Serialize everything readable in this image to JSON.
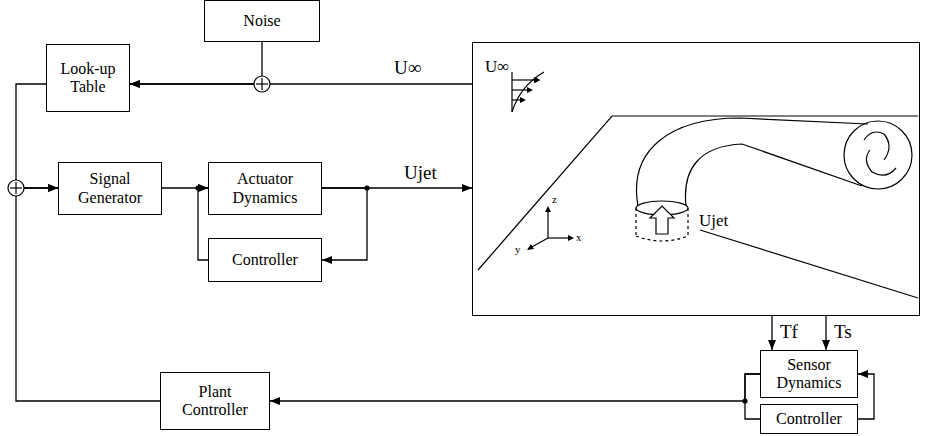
{
  "diagram": {
    "nodes": [
      {
        "text": [
          "Noise"
        ]
      },
      {
        "text": [
          "Look-up Table"
        ]
      },
      {
        "text": [
          "U∞",
          "Ujet"
        ]
      },
      {
        "text": [
          "Signal Generator"
        ]
      },
      {
        "text": [
          "Actuator Dynamics"
        ]
      },
      {
        "text": [
          "Controller"
        ]
      },
      {
        "text": [
          "Sensor Dynamics"
        ]
      },
      {
        "text": [
          "Plant Controller"
        ]
      },
      {
        "text": [
          "Controller"
        ]
      }
    ],
    "edges": [
      {
        "from": 0,
        "to": 1,
        "arrow": "to"
      },
      {
        "from": 2,
        "to": 1,
        "label": "U∞",
        "arrow": "to"
      },
      {
        "from": 1,
        "to": 3,
        "arrow": "to"
      },
      {
        "from": 7,
        "to": 3,
        "arrow": "to"
      },
      {
        "from": 3,
        "to": 4,
        "arrow": "to"
      },
      {
        "from": 5,
        "to": 4,
        "arrow": "to"
      },
      {
        "from": 4,
        "to": 5,
        "arrow": "to"
      },
      {
        "from": 4,
        "to": 2,
        "label": "Ujet",
        "arrow": "to"
      },
      {
        "from": 2,
        "to": 6,
        "label": "Tf",
        "arrow": "to"
      },
      {
        "from": 2,
        "to": 6,
        "label": "Ts",
        "arrow": "to"
      },
      {
        "from": 6,
        "to": 7,
        "arrow": "to"
      },
      {
        "from": 6,
        "to": 8,
        "arrow": "none"
      },
      {
        "from": 8,
        "to": 6,
        "arrow": "to"
      }
    ],
    "labels": [
      "z",
      "y",
      "x"
    ]
  }
}
